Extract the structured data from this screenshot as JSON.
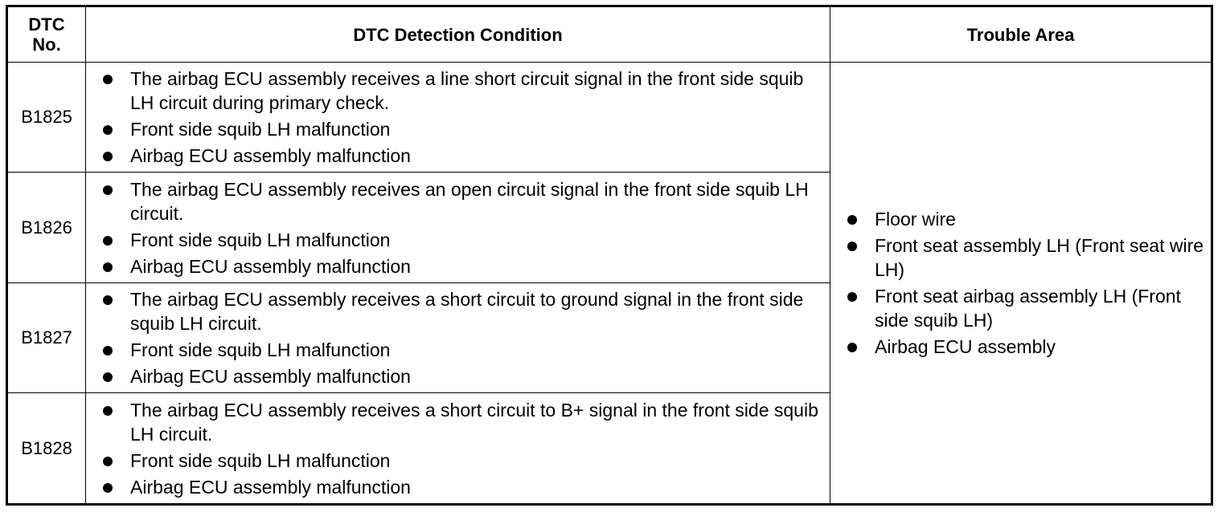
{
  "table": {
    "headers": {
      "dtc_no": "DTC\nNo.",
      "condition": "DTC Detection Condition",
      "trouble_area": "Trouble Area"
    },
    "rows": [
      {
        "code": "B1825",
        "conditions": [
          "The airbag ECU assembly receives a line short circuit signal in the front side squib LH circuit during primary check.",
          "Front side squib LH malfunction",
          "Airbag ECU assembly malfunction"
        ]
      },
      {
        "code": "B1826",
        "conditions": [
          "The airbag ECU assembly receives an open circuit signal in the front side squib LH circuit.",
          "Front side squib LH malfunction",
          "Airbag ECU assembly malfunction"
        ]
      },
      {
        "code": "B1827",
        "conditions": [
          "The airbag ECU assembly receives a short circuit to ground signal in the front side squib LH circuit.",
          "Front side squib LH malfunction",
          "Airbag ECU assembly malfunction"
        ]
      },
      {
        "code": "B1828",
        "conditions": [
          "The airbag ECU assembly receives a short circuit to B+ signal in the front side squib LH circuit.",
          "Front side squib LH malfunction",
          "Airbag ECU assembly malfunction"
        ]
      }
    ],
    "trouble_area": [
      "Floor wire",
      "Front seat assembly LH (Front seat wire LH)",
      "Front seat airbag assembly LH (Front side squib LH)",
      "Airbag ECU assembly"
    ]
  }
}
